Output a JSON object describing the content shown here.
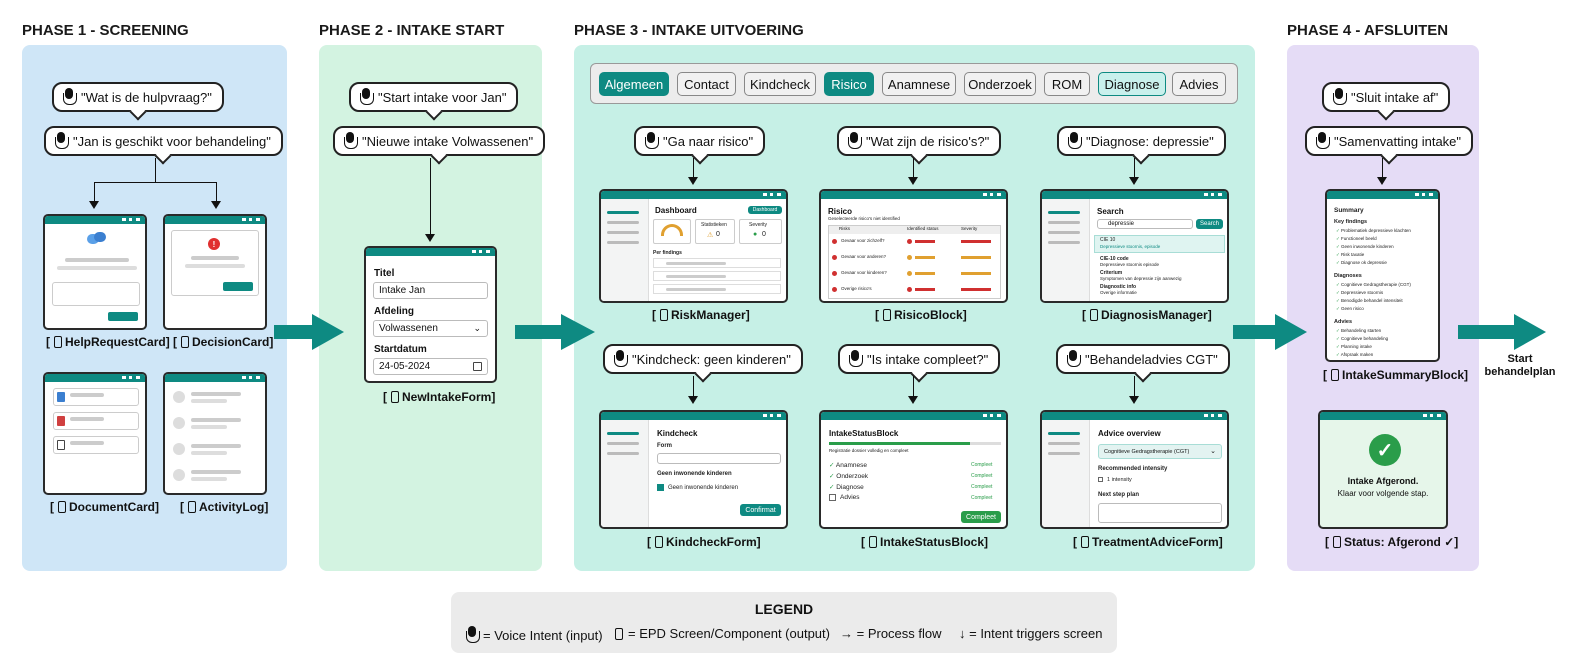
{
  "phases": [
    {
      "title": "PHASE 1 - SCREENING"
    },
    {
      "title": "PHASE 2 - INTAKE START"
    },
    {
      "title": "PHASE 3 - INTAKE UITVOERING"
    },
    {
      "title": "PHASE 4 - AFSLUITEN"
    }
  ],
  "phase1": {
    "intents": [
      "\"Wat is de hulpvraag?\"",
      "\"Jan is geschikt voor behandeling\""
    ],
    "components": [
      "HelpRequestCard]",
      "DecisionCard]",
      "DocumentCard]",
      "ActivityLog]"
    ],
    "decision_badge": "!"
  },
  "phase2": {
    "intents": [
      "\"Start intake voor Jan\"",
      "\"Nieuwe intake Volwassenen\""
    ],
    "component": "NewIntakeForm]",
    "form": {
      "title_label": "Titel",
      "title_value": "Intake Jan",
      "dept_label": "Afdeling",
      "dept_value": "Volwassenen",
      "date_label": "Startdatum",
      "date_value": "24-05-2024"
    }
  },
  "phase3": {
    "tabs": [
      {
        "label": "Algemeen",
        "state": "active"
      },
      {
        "label": "Contact",
        "state": "normal"
      },
      {
        "label": "Kindcheck",
        "state": "normal"
      },
      {
        "label": "Risico",
        "state": "active"
      },
      {
        "label": "Anamnese",
        "state": "normal"
      },
      {
        "label": "Onderzoek",
        "state": "normal"
      },
      {
        "label": "ROM",
        "state": "normal"
      },
      {
        "label": "Diagnose",
        "state": "highlight"
      },
      {
        "label": "Advies",
        "state": "normal"
      }
    ],
    "intents": [
      "\"Ga naar risico\"",
      "\"Wat zijn de risico's?\"",
      "\"Diagnose: depressie\"",
      "\"Kindcheck: geen kinderen\"",
      "\"Is intake compleet?\"",
      "\"Behandeladvies CGT\""
    ],
    "components": [
      "RiskManager]",
      "RisicoBlock]",
      "DiagnosisManager]",
      "KindcheckForm]",
      "IntakeStatusBlock]",
      "TreatmentAdviceForm]"
    ],
    "risk_manager": {
      "title": "Dashboard",
      "badge": "Dashboard",
      "col2": "Statistieken",
      "col3": "Severity",
      "val2": "0",
      "val3": "0",
      "section": "Per findings"
    },
    "risico_block": {
      "title": "Risico",
      "subtitle": "Geselecteerde risico's niet identified",
      "headers": [
        "Risks",
        "Identified status",
        "Severity"
      ],
      "rows": [
        "Gevaar voor zichzelf?",
        "Gevaar voor anderen?",
        "Gevaar voor kinderen?",
        "Overige risico's"
      ]
    },
    "diagnosis": {
      "title": "Search",
      "query": "depressie",
      "button": "Search",
      "code": "CIE 10",
      "code_sub": "Depressieve stoornis, episode",
      "heading1": "CIE-10 code",
      "text1": "Depressieve stoornis episode",
      "heading2": "Criterium",
      "text2": "Symptomen van depressie zijn aanwezig",
      "heading3": "Diagnostic info",
      "text3": "Overige informatie"
    },
    "kindcheck": {
      "title": "Kindcheck",
      "form_label": "Form",
      "question": "Geen inwonende kinderen",
      "checkbox": "Geen inwonende kinderen",
      "button": "Confirmat"
    },
    "status_block": {
      "title": "IntakeStatusBlock",
      "subtitle": "Registratie dossier volledig en compleet",
      "items": [
        {
          "name": "Anamnese",
          "status": "Compleet",
          "done": true
        },
        {
          "name": "Onderzoek",
          "status": "Compleet",
          "done": true
        },
        {
          "name": "Diagnose",
          "status": "Compleet",
          "done": true
        },
        {
          "name": "Advies",
          "status": "Compleet",
          "done": false
        }
      ],
      "button": "Compleet"
    },
    "advice": {
      "title": "Advice overview",
      "select": "Cognitieve Gedragstherapie (CGT)",
      "intensity_label": "Recommended intensity",
      "intensity": "1 intensity",
      "next_label": "Next step plan"
    }
  },
  "phase4": {
    "intents": [
      "\"Sluit intake af\"",
      "\"Samenvatting intake\""
    ],
    "summary": {
      "title": "Summary",
      "key_label": "Key findings",
      "key_items": [
        "Problematiek depressieve klachten",
        "Functioneel beeld",
        "Geen inwonende kinderen",
        "Risk taxatie",
        "Diagnose ok depressie"
      ],
      "diag_label": "Diagnoses",
      "diag_items": [
        "Cognitieve Gedragstherapie (CGT)",
        "Depressieve stoornis",
        "Benodigde behandel intensiteit",
        "Geen risico"
      ],
      "advies_label": "Advies",
      "advies_items": [
        "Behandeling starten",
        "Cognitieve behandeling",
        "Planning intake",
        "Afspraak maken"
      ]
    },
    "component": "IntakeSummaryBlock]",
    "done_title": "Intake Afgerond.",
    "done_sub": "Klaar voor volgende stap.",
    "status": "Status: Afgerond ✓]",
    "next": "Start behandelplan"
  },
  "legend": {
    "title": "LEGEND",
    "voice": "= Voice Intent (input)",
    "screen": "= EPD Screen/Component (output)",
    "flow": "→ = Process flow",
    "trigger": "↓ = Intent triggers screen"
  },
  "colors": {
    "teal": "#0e8a82",
    "phase1": "#cfe6f7",
    "phase2": "#d3f3e1",
    "phase3": "#c6f0e6",
    "phase4": "#e5dcf6"
  }
}
